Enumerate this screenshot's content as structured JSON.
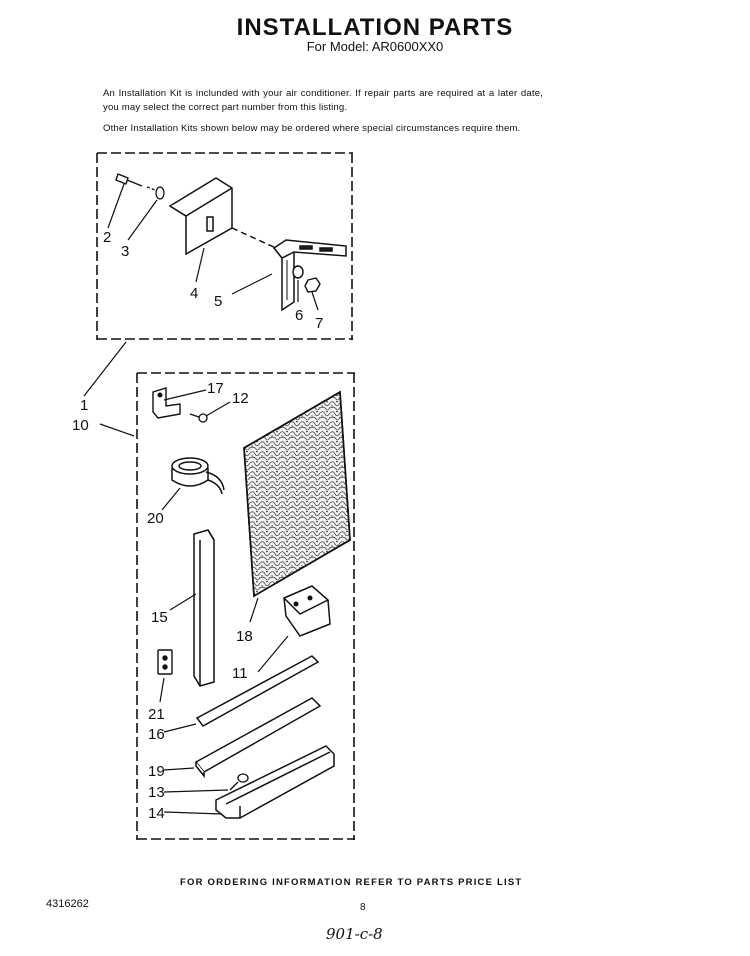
{
  "header": {
    "title": "INSTALLATION PARTS",
    "model": "For Model: AR0600XX0"
  },
  "intro": {
    "paragraph1": "An Installation Kit is inclunded with your air conditioner. If repair parts are required at a later date, you may select the correct part number from this listing.",
    "paragraph2": "Other Installation Kits shown below may be ordered where special circumstances require them."
  },
  "diagram": {
    "callouts": [
      "1",
      "2",
      "3",
      "4",
      "5",
      "6",
      "7",
      "10",
      "11",
      "12",
      "13",
      "14",
      "15",
      "16",
      "17",
      "18",
      "19",
      "20",
      "21"
    ]
  },
  "footer": {
    "ordering_note": "FOR ORDERING INFORMATION REFER TO PARTS PRICE LIST",
    "document_number": "4316262",
    "page_number": "8",
    "handwritten_note": "901-c-8"
  }
}
